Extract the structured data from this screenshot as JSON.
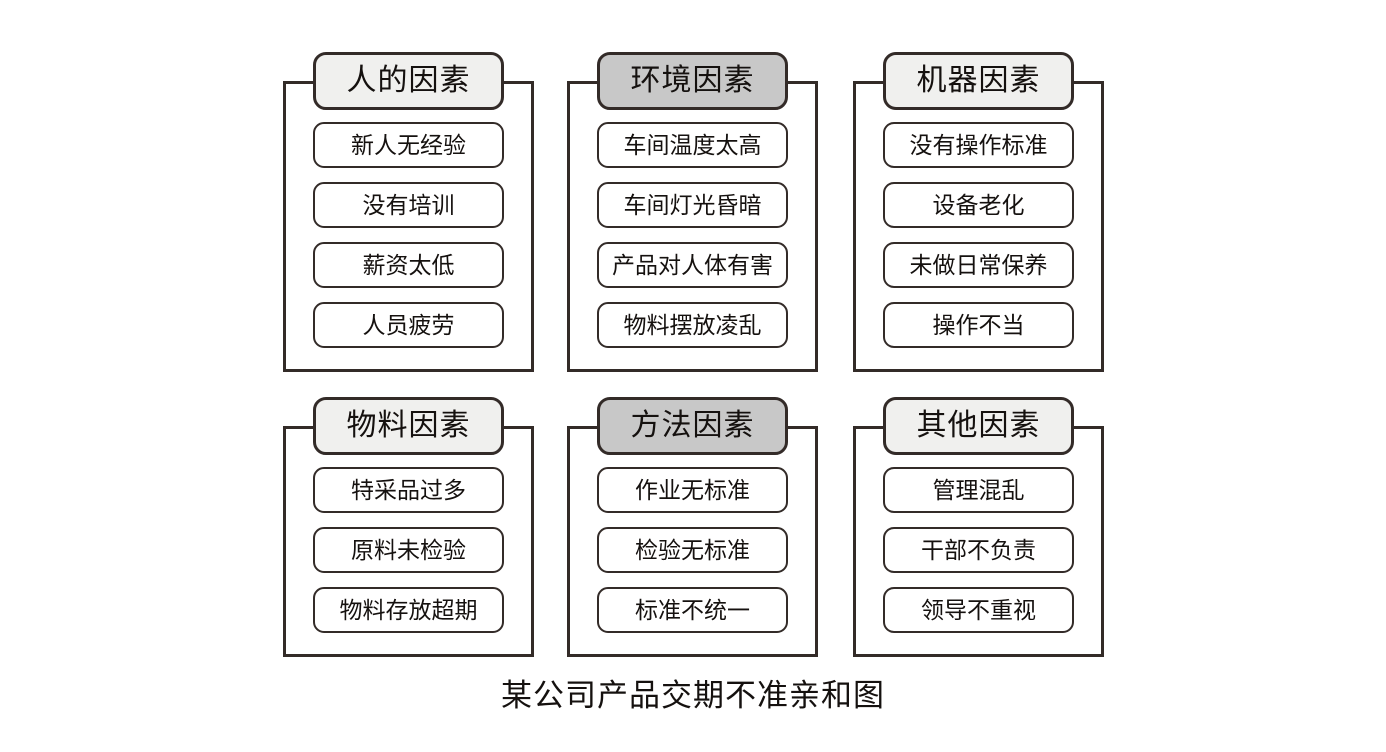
{
  "caption": "某公司产品交期不准亲和图",
  "colors": {
    "border": "#332b28",
    "header_fill_light": "#f0f0ee",
    "header_fill_shaded": "#c8c8c8",
    "card_fill": "#ffffff",
    "text": "#15110f",
    "background": "#ffffff"
  },
  "groups": [
    {
      "title": "人的因素",
      "shaded": false,
      "items": [
        "新人无经验",
        "没有培训",
        "薪资太低",
        "人员疲劳"
      ]
    },
    {
      "title": "环境因素",
      "shaded": true,
      "items": [
        "车间温度太高",
        "车间灯光昏暗",
        "产品对人体有害",
        "物料摆放凌乱"
      ]
    },
    {
      "title": "机器因素",
      "shaded": false,
      "items": [
        "没有操作标准",
        "设备老化",
        "未做日常保养",
        "操作不当"
      ]
    },
    {
      "title": "物料因素",
      "shaded": false,
      "items": [
        "特采品过多",
        "原料未检验",
        "物料存放超期"
      ]
    },
    {
      "title": "方法因素",
      "shaded": true,
      "items": [
        "作业无标准",
        "检验无标准",
        "标准不统一"
      ]
    },
    {
      "title": "其他因素",
      "shaded": false,
      "items": [
        "管理混乱",
        "干部不负责",
        "领导不重视"
      ]
    }
  ]
}
